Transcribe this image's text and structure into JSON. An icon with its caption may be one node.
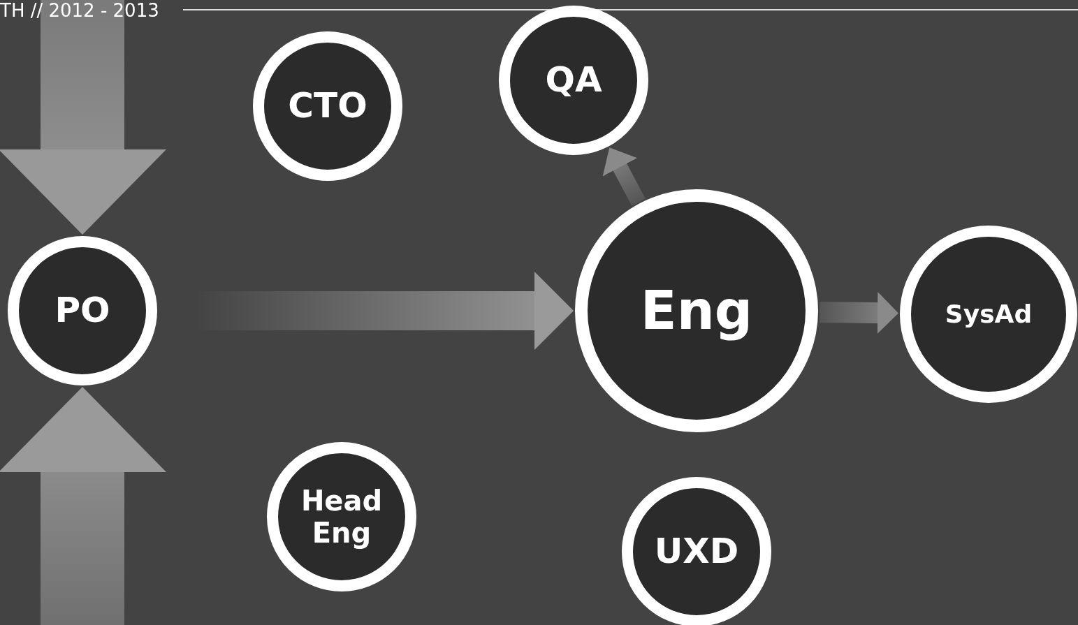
{
  "diagram": {
    "title": "TH // 2012 - 2013",
    "nodes": [
      {
        "text": [
          "CTO"
        ]
      },
      {
        "text": [
          "QA"
        ]
      },
      {
        "text": [
          "PO"
        ]
      },
      {
        "text": [
          "Eng"
        ]
      },
      {
        "text": [
          "SysAd"
        ]
      },
      {
        "text": [
          "Head Eng"
        ]
      },
      {
        "text": [
          "UXD"
        ]
      }
    ],
    "edges": [
      {
        "from": null,
        "to": 2,
        "arrow": "to"
      },
      {
        "from": null,
        "to": 2,
        "arrow": "to"
      },
      {
        "from": 2,
        "to": 3,
        "arrow": "to"
      },
      {
        "from": 3,
        "to": 1,
        "arrow": "to"
      },
      {
        "from": 3,
        "to": 4,
        "arrow": "to"
      }
    ]
  }
}
